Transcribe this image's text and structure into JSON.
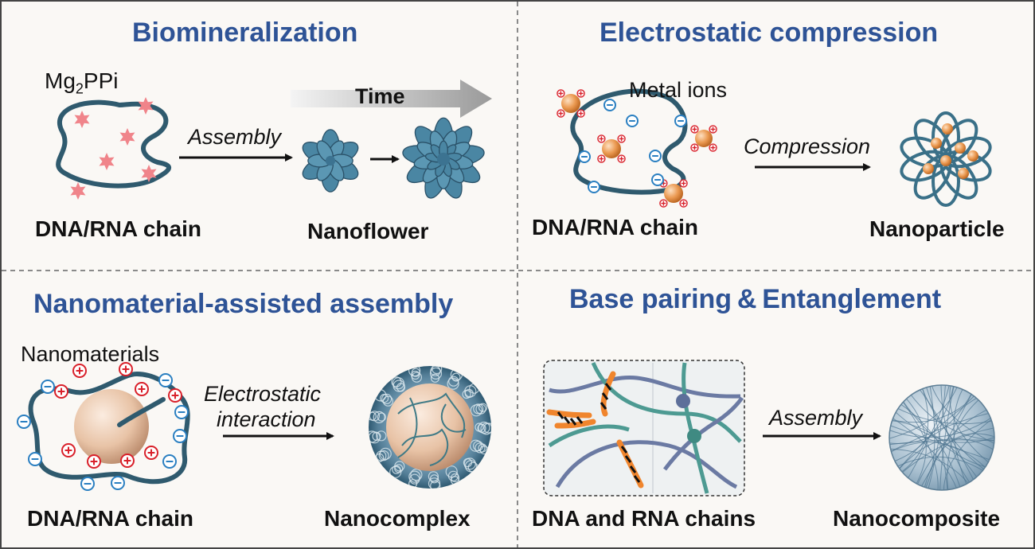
{
  "colors": {
    "title": "#2e5396",
    "strand": "#2f5a6e",
    "nanoflower": "#4a86a3",
    "ion": "#e58a3c",
    "positive": "#d9202a",
    "negative": "#2a7fc1",
    "star": "#f0848a",
    "orange_strand": "#f0852d",
    "divider": "#8a8a8a"
  },
  "panels": {
    "biomineralization": {
      "title": "Biomineralization",
      "reagent_base": "Mg",
      "reagent_sub": "2",
      "reagent_rest": "PPi",
      "time_label": "Time",
      "arrow_label": "Assembly",
      "left_caption": "DNA/RNA chain",
      "right_caption": "Nanoflower"
    },
    "electrostatic": {
      "title": "Electrostatic compression",
      "reagent": "Metal ions",
      "arrow_label": "Compression",
      "left_caption": "DNA/RNA chain",
      "right_caption": "Nanoparticle"
    },
    "nanomaterial": {
      "title": "Nanomaterial-assisted assembly",
      "reagent": "Nanomaterials",
      "arrow_label_line1": "Electrostatic",
      "arrow_label_line2": "interaction",
      "left_caption": "DNA/RNA chain",
      "right_caption": "Nanocomplex"
    },
    "basepairing": {
      "title": "Base pairing & Entanglement",
      "arrow_label": "Assembly",
      "left_caption": "DNA and RNA chains",
      "right_caption": "Nanocomposite"
    }
  }
}
